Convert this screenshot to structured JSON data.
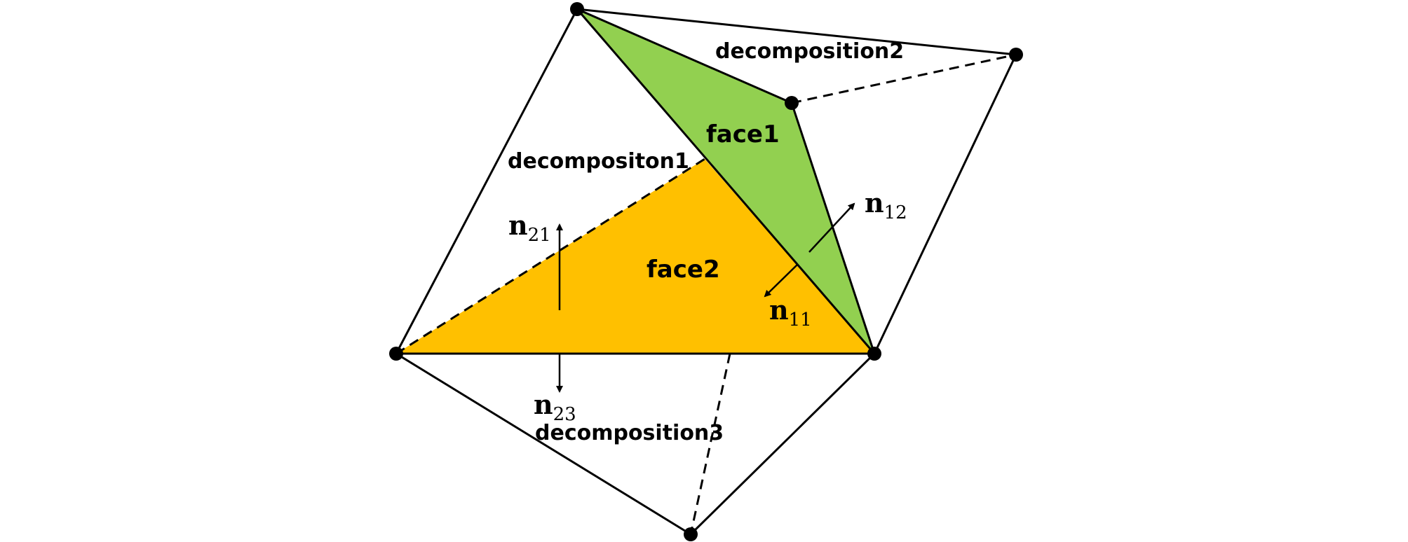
{
  "colors": {
    "face1_fill": "#92d050",
    "face2_fill": "#ffc000",
    "stroke": "#000000",
    "background": "#ffffff"
  },
  "faces": {
    "face1": "face1",
    "face2": "face2"
  },
  "decompositions": {
    "d1": "decompositon1",
    "d2": "decomposition2",
    "d3": "decomposition3"
  },
  "normals": {
    "n12": {
      "symbol": "n",
      "subscript": "12"
    },
    "n11": {
      "symbol": "n",
      "subscript": "11"
    },
    "n21": {
      "symbol": "n",
      "subscript": "21"
    },
    "n23": {
      "symbol": "n",
      "subscript": "23"
    }
  }
}
